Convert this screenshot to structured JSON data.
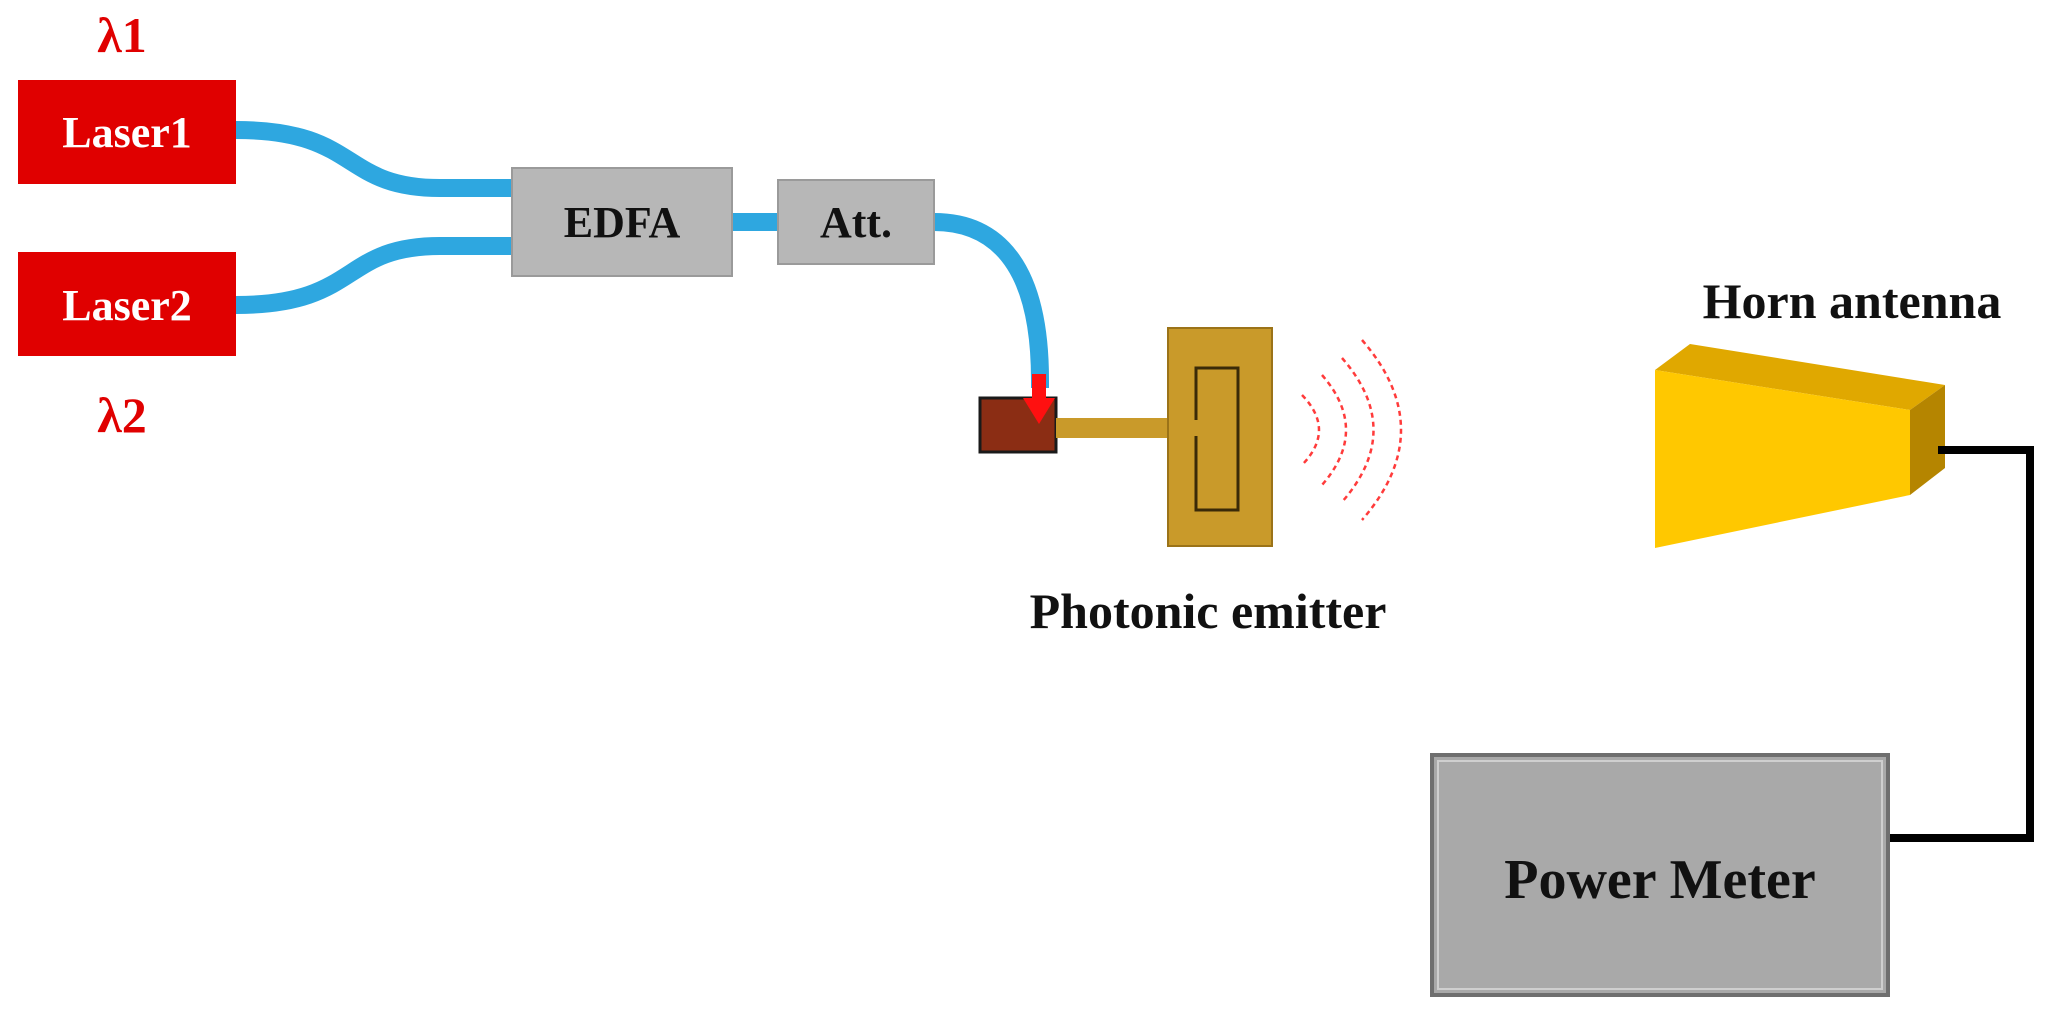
{
  "lasers": {
    "laser1": {
      "label": "Laser1",
      "wavelength": "λ1"
    },
    "laser2": {
      "label": "Laser2",
      "wavelength": "λ2"
    }
  },
  "edfa": {
    "label": "EDFA"
  },
  "attenuator": {
    "label": "Att."
  },
  "emitter": {
    "label": "Photonic emitter"
  },
  "antenna": {
    "label": "Horn antenna"
  },
  "power_meter": {
    "label": "Power Meter"
  },
  "colors": {
    "laser_red": "#e00000",
    "fiber_blue": "#2ea7e0",
    "device_gray": "#b7b7b7",
    "wave_red": "#ff3b3b",
    "antenna_yellow": "#f6c400",
    "gold": "#c99a2a"
  }
}
